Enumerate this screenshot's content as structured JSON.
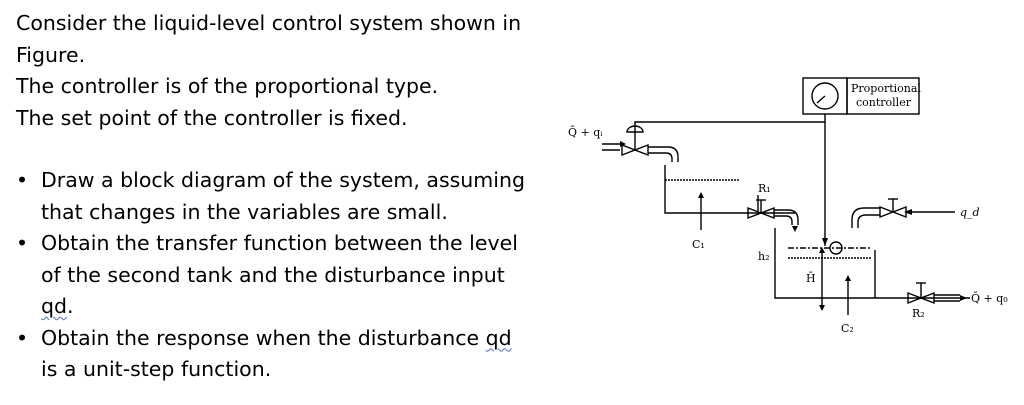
{
  "problem": {
    "intro_1a": "Consider the liquid-level control system shown in",
    "intro_1b": "Figure.",
    "intro_2": "The controller is of the proportional type.",
    "intro_3": "The set point of the controller is fixed.",
    "bullets": [
      {
        "line1": "Draw a block diagram of the system, assuming",
        "line2": "that changes in the variables are small."
      },
      {
        "line1": "Obtain the transfer function between the level",
        "line2": "of the second tank and the disturbance input",
        "term": "qd",
        "end": "."
      },
      {
        "line1_pre": "Obtain the response when the disturbance ",
        "term": "qd",
        "line2": "is a unit-step function."
      }
    ]
  },
  "figure": {
    "controller_label_1": "Proportional",
    "controller_label_2": "controller",
    "inflow_label": "Q̄ + qᵢ",
    "r1_label": "R₁",
    "c1_label": "C₁",
    "h2_label": "h₂",
    "hbar_label": "H̄",
    "c2_label": "C₂",
    "r2_label": "R₂",
    "qd_label": "q_d",
    "outflow_label": "Q̄ + q₀"
  }
}
